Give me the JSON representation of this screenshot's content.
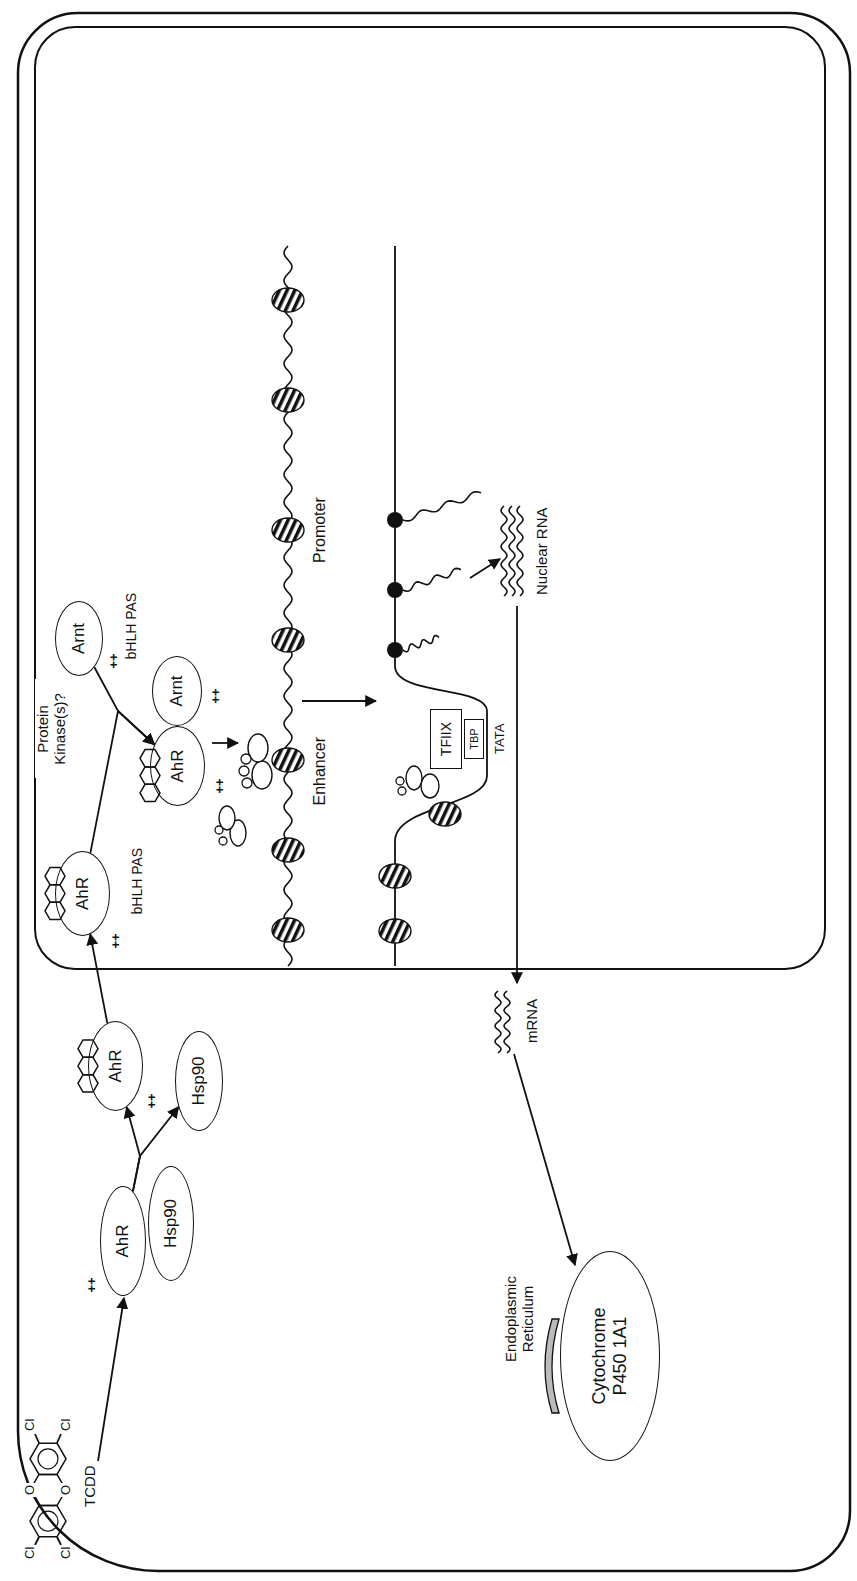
{
  "diagram": {
    "nodes": [
      {
        "text": [
          "AhR"
        ]
      },
      {
        "text": [
          "Hsp90"
        ]
      },
      {
        "text": [
          "AhR"
        ]
      },
      {
        "text": [
          "Hsp90"
        ]
      },
      {
        "text": [
          "AhR"
        ]
      },
      {
        "text": [
          "Arnt"
        ]
      },
      {
        "text": [
          "AhR"
        ]
      },
      {
        "text": [
          "Arnt"
        ]
      },
      {
        "text": [
          "TFIIX"
        ]
      },
      {
        "text": [
          "TBP"
        ]
      },
      {
        "text": [
          "Cytochrome P450 1A1"
        ]
      }
    ],
    "edges": [
      {
        "from": 0,
        "to": 2,
        "arrow": "to"
      },
      {
        "from": 0,
        "to": 3,
        "arrow": "to"
      },
      {
        "from": 2,
        "to": 4,
        "arrow": "to"
      },
      {
        "from": 4,
        "to": 6,
        "arrow": "to"
      },
      {
        "from": 5,
        "to": 6,
        "arrow": "to"
      }
    ],
    "labels": [
      "TCDD",
      "Cl",
      "Cl",
      "Cl",
      "Cl",
      "O",
      "O",
      "++",
      "++",
      "bHLH PAS",
      "++",
      "Protein Kinase(s)?",
      "bHLH PAS",
      "++",
      "++",
      "++",
      "Enhancer",
      "Promoter",
      "TATA",
      "Nuclear RNA",
      "mRNA",
      "Endoplasmic Reticulum"
    ]
  }
}
